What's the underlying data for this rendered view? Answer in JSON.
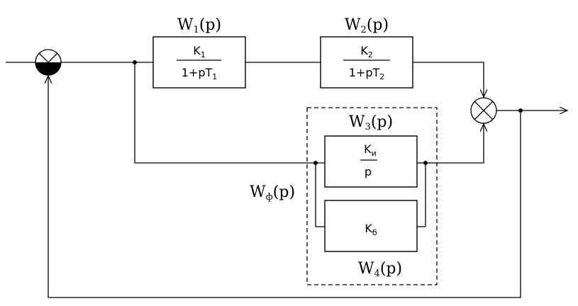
{
  "blocks": {
    "w1": {
      "label_main": "W",
      "label_sub": "1",
      "label_arg": "(p)",
      "numerator_main": "K",
      "numerator_sub": "1",
      "denominator_main": "1+pT",
      "denominator_sub": "1"
    },
    "w2": {
      "label_main": "W",
      "label_sub": "2",
      "label_arg": "(p)",
      "numerator_main": "K",
      "numerator_sub": "2",
      "denominator_main": "1+pT",
      "denominator_sub": "2"
    },
    "w3": {
      "label_main": "W",
      "label_sub": "3",
      "label_arg": "(p)",
      "numerator_main": "K",
      "numerator_sub": "и",
      "denominator": "p"
    },
    "w4": {
      "label_main": "W",
      "label_sub": "4",
      "label_arg": "(p)",
      "value_main": "K",
      "value_sub": "б"
    },
    "wf": {
      "label_main": "W",
      "label_sub": "ф",
      "label_arg": "(p)"
    }
  }
}
